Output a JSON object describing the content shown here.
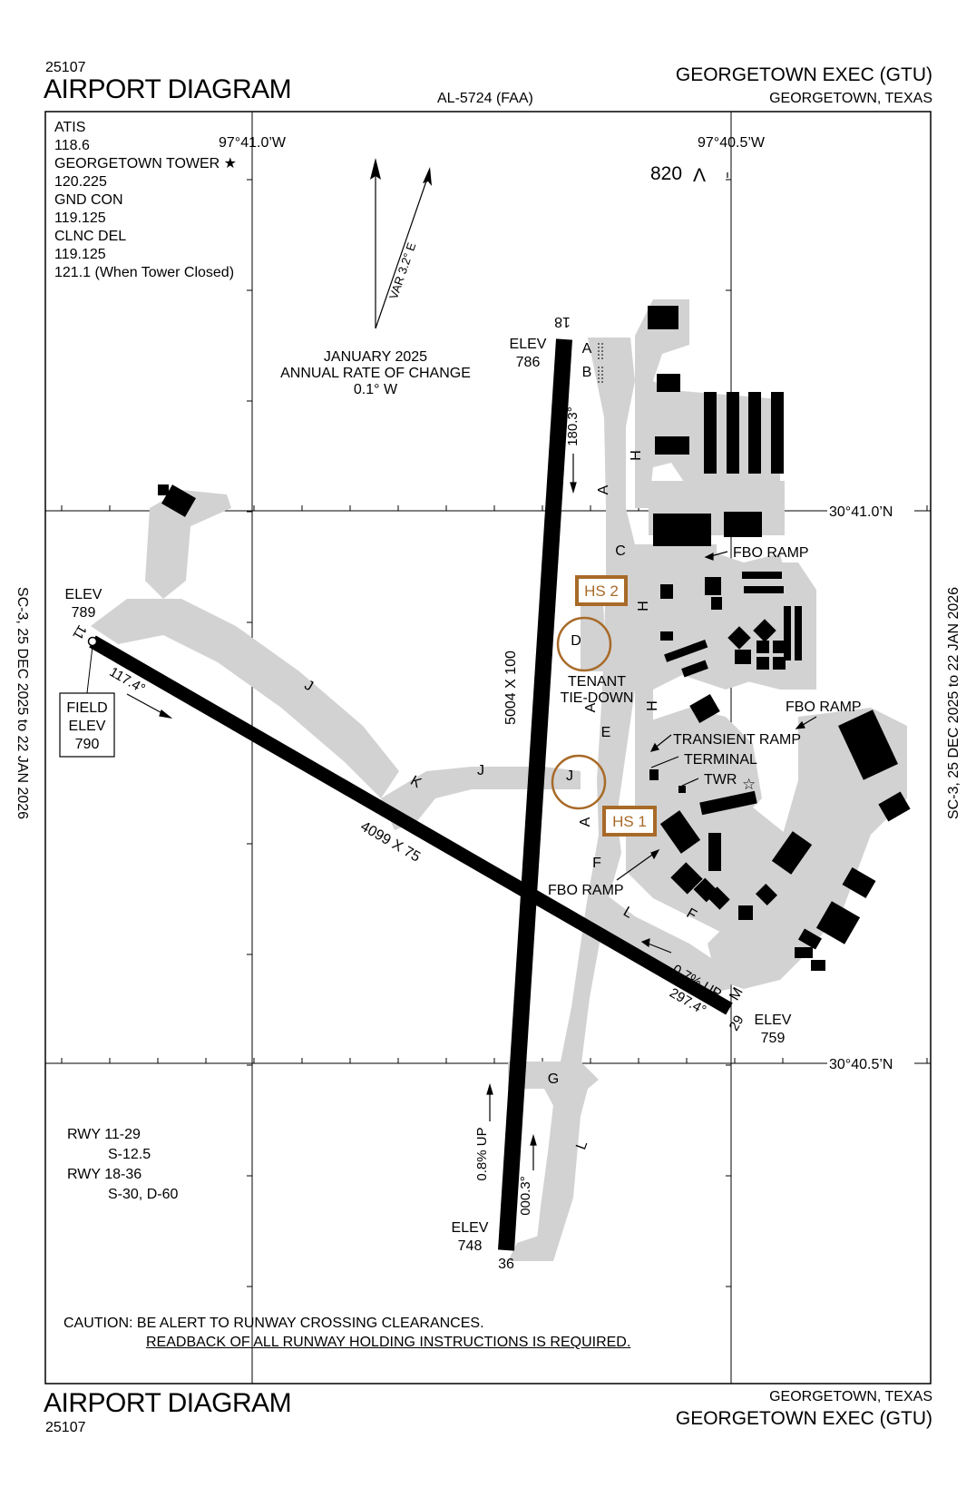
{
  "header": {
    "procedure_number": "25107",
    "title": "AIRPORT DIAGRAM",
    "al_number": "AL-5724 (FAA)",
    "airport_name": "GEORGETOWN EXEC (GTU)",
    "city_state": "GEORGETOWN, TEXAS"
  },
  "footer": {
    "title": "AIRPORT DIAGRAM",
    "procedure_number": "25107",
    "city_state": "GEORGETOWN, TEXAS",
    "airport_name": "GEORGETOWN EXEC (GTU)"
  },
  "side_margins": {
    "left": "SC-3,  25 DEC 2025  to  22 JAN 2026",
    "right": "SC-3,  25 DEC 2025  to  22 JAN 2026"
  },
  "frequencies": [
    "ATIS",
    "118.6",
    "GEORGETOWN TOWER ★",
    "120.225",
    "GND CON",
    "119.125",
    "CLNC DEL",
    "119.125",
    "121.1 (When Tower Closed)"
  ],
  "coordinates": {
    "lon_west": "97°41.0’W",
    "lon_east": "97°40.5’W",
    "lat_north": "30°41.0’N",
    "lat_south": "30°40.5’N"
  },
  "variation": {
    "label": "VAR 3.2° E",
    "date": "JANUARY 2025",
    "rate_label": "ANNUAL RATE OF CHANGE",
    "rate_value": "0.1° W"
  },
  "obstacle": {
    "elevation": "820",
    "symbol": "Λ"
  },
  "runways": {
    "rwy_18_36": {
      "dimensions": "5004 X 100",
      "end_north": "18",
      "end_south": "36",
      "elev_north_label": "ELEV",
      "elev_north": "786",
      "elev_south_label": "ELEV",
      "elev_south": "748",
      "heading_18": "180.3°",
      "heading_36": "000.3°",
      "gradient": "0.8% UP"
    },
    "rwy_11_29": {
      "dimensions": "4099 X 75",
      "end_west": "11",
      "end_east": "29",
      "elev_west_label": "ELEV",
      "elev_west": "789",
      "elev_east_label": "ELEV",
      "elev_east": "759",
      "heading_11": "117.4°",
      "heading_29": "297.4°",
      "gradient": "0.7% UP"
    }
  },
  "field_elevation": {
    "line1": "FIELD",
    "line2": "ELEV",
    "value": "790"
  },
  "taxiways": {
    "a1": "A",
    "b": "B",
    "h1": "H",
    "a2": "A",
    "c": "C",
    "h2": "H",
    "d": "D",
    "a3": "A",
    "h3": "H",
    "e": "E",
    "j1": "J",
    "j2": "J",
    "j3": "J",
    "k": "K",
    "a4": "A",
    "f1": "F",
    "l1": "L",
    "f2": "F",
    "m": "M",
    "g": "G",
    "l2": "L"
  },
  "hot_spots": {
    "hs1": "HS 1",
    "hs2": "HS 2"
  },
  "facilities": {
    "fbo_ramp_1": "FBO RAMP",
    "fbo_ramp_2": "FBO RAMP",
    "fbo_ramp_3": "FBO RAMP",
    "tenant_tiedown_1": "TENANT",
    "tenant_tiedown_2": "TIE-DOWN",
    "transient_ramp": "TRANSIENT RAMP",
    "terminal": "TERMINAL",
    "tower": "TWR",
    "tower_symbol": "☆"
  },
  "weight_bearing": [
    "RWY 11-29",
    "S-12.5",
    "RWY 18-36",
    "S-30, D-60"
  ],
  "caution": {
    "line1": "CAUTION:  BE ALERT TO RUNWAY CROSSING CLEARANCES.",
    "line2": "READBACK OF ALL RUNWAY HOLDING INSTRUCTIONS IS REQUIRED."
  },
  "colors": {
    "ink": "#000000",
    "pavement": "#d2d2d2",
    "hot_spot": "#a86a28"
  }
}
